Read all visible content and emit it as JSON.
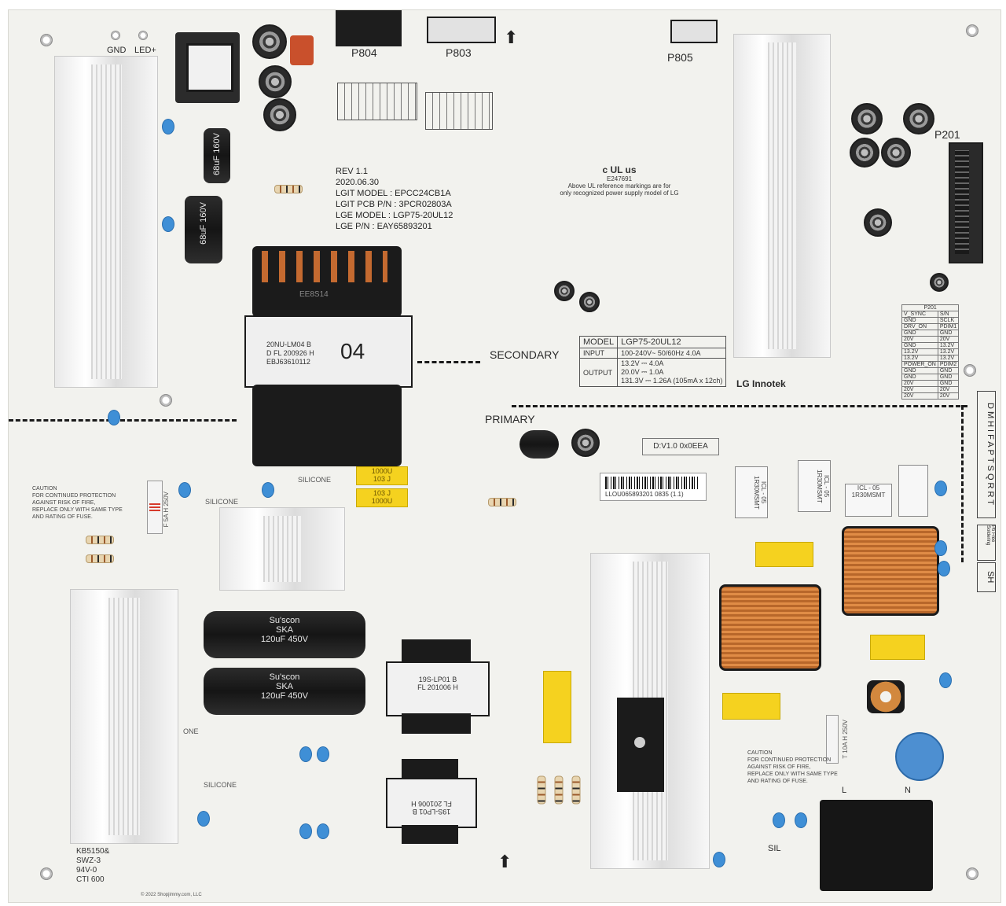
{
  "image": {
    "description_visible_labels": true
  },
  "connectors": {
    "p804": "P804",
    "p803": "P803",
    "p805": "P805",
    "p201": "P201"
  },
  "leds": {
    "gnd": "GND",
    "led_plus": "LED+"
  },
  "rev_block": {
    "rev": "REV 1.1",
    "date": "2020.06.30",
    "lgit_model": "LGIT MODEL : EPCC24CB1A",
    "lgit_pcb": "LGIT PCB P/N : 3PCR02803A",
    "lge_model": "LGE MODEL : LGP75-20UL12",
    "lge_pn": "LGE P/N : EAY65893201"
  },
  "ul_block": {
    "logo": "c UL us",
    "code": "E247691",
    "note_line1": "Above UL reference markings are for",
    "note_line2": "only recognized power supply model of LG"
  },
  "transformer_main": {
    "line1": "20NU-LM04 B",
    "line2": "D FL 200926 H",
    "line3": "EBJ63610112",
    "big": "04",
    "top_label": "EE8S14"
  },
  "zones": {
    "secondary": "SECONDARY",
    "primary": "PRIMARY"
  },
  "model_table": {
    "headers": [
      "MODEL",
      "LGP75-20UL12"
    ],
    "input_label": "INPUT",
    "input_value": "100-240V~ 50/60Hz 4.0A",
    "output_label": "OUTPUT",
    "outputs": [
      "13.2V ⎓ 4.0A",
      "20.0V ⎓ 1.0A",
      "131.3V ⎓ 1.26A (105mA x 12ch)"
    ]
  },
  "brand": "LG Innotek",
  "version_box": "D:V1.0 0x0EEA",
  "barcode_text": "LLOU065893201 0835 (1.1)",
  "yellow_caps": {
    "a_line1": "1000U",
    "a_line2": "103 J",
    "b_line1": "103 J",
    "b_line2": "1000U"
  },
  "caps_text": {
    "cap1_line1": "Su'scon",
    "cap1_line2": "SKA",
    "cap1_line3": "120uF 450V",
    "cap2_line1": "Su'scon",
    "cap2_line2": "SKA",
    "cap2_line3": "120uF 450V",
    "standby1": "68uF 160V",
    "standby2": "68uF 160V"
  },
  "small_transformers": {
    "t1_line1": "19S-LP01 B",
    "t1_line2": "FL 201006 H",
    "t2_line1": "19S-LP01 B",
    "t2_line2": "FL 201006 H"
  },
  "caution_left": {
    "l1": "CAUTION",
    "l2": "FOR CONTINUED PROTECTION",
    "l3": "AGAINST RISK OF FIRE,",
    "l4": "REPLACE ONLY WITH SAME TYPE",
    "l5": "AND RATING OF FUSE."
  },
  "caution_right": {
    "l1": "CAUTION",
    "l2": "FOR CONTINUED PROTECTION",
    "l3": "AGAINST RISK OF FIRE,",
    "l4": "REPLACE ONLY WITH SAME TYPE",
    "l5": "AND RATING OF FUSE."
  },
  "fuse_left": "F 5A H 250V",
  "fuse_right": "T 10A H 250V",
  "silicone_labels": [
    "SILICONE",
    "SILICONE",
    "SILICONE",
    "ONE"
  ],
  "right_vertical": "DMHIFAPTSQRRT",
  "sh_label": "SH",
  "pb_free": "Pb Free Soldering",
  "thermistors": {
    "t1": "ICL - 05 1R30MSMT",
    "t2": "ICL - 05 1R30MSMT",
    "t3": "ICL - 05 1R30MSMT"
  },
  "board_codes": {
    "kb": "KB5150&",
    "swz": "SWZ-3",
    "rating": "94V-0",
    "cti": "CTI 600",
    "copyright": "© 2022 Shopjimmy.com, LLC"
  },
  "terminal_labels": {
    "l": "L",
    "n": "N",
    "sil": "SIL"
  },
  "pin_table": {
    "title": "P201",
    "rows": [
      [
        "V_SYNC",
        "S/N"
      ],
      [
        "GND",
        "SCLK"
      ],
      [
        "DRV_ON",
        "PDIM1"
      ],
      [
        "GND",
        "GND"
      ],
      [
        "20V",
        "20V"
      ],
      [
        "GND",
        "13.2V"
      ],
      [
        "13.2V",
        "13.2V"
      ],
      [
        "13.2V",
        "13.2V"
      ],
      [
        "POWER_ON",
        "PDIM2"
      ],
      [
        "GND",
        "GND"
      ],
      [
        "GND",
        "GND"
      ],
      [
        "20V",
        "GND"
      ],
      [
        "20V",
        "20V"
      ],
      [
        "20V",
        "20V"
      ]
    ]
  }
}
